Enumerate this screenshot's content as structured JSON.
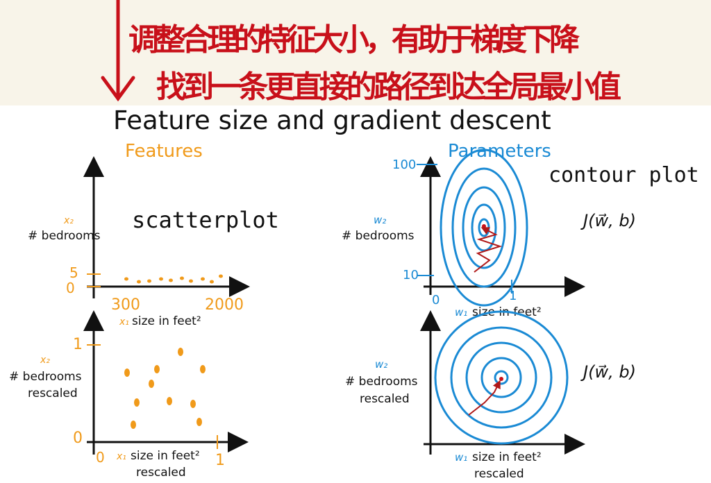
{
  "annotation": {
    "line1": "调整合理的特征大小，有助于梯度下降",
    "line2": "找到一条更直接的路径到达全局最小值",
    "color": "#c8101a"
  },
  "slide": {
    "title": "Feature size and gradient descent",
    "features_heading": "Features",
    "parameters_heading": "Parameters"
  },
  "features_top": {
    "y_var": "x₂",
    "y_label": "# bedrooms",
    "x_var": "x₁",
    "x_label": "size in feet²",
    "note": "scatterplot",
    "y_ticks": [
      "5",
      "0"
    ],
    "x_ticks": [
      "300",
      "2000"
    ]
  },
  "features_bottom": {
    "y_var": "x₂",
    "y_label": "# bedrooms",
    "y_label2": "rescaled",
    "x_var": "x₁",
    "x_label": "size in feet²",
    "x_label2": "rescaled",
    "y_ticks": [
      "1",
      "0"
    ],
    "x_ticks": [
      "0",
      "1"
    ]
  },
  "params_top": {
    "y_var": "w₂",
    "y_label": "# bedrooms",
    "x_var": "w₁",
    "x_label": "size in feet²",
    "note": "contour plot",
    "cost": "J(w⃗, b)",
    "y_ticks": [
      "100",
      "10"
    ],
    "x_ticks": [
      "0",
      "1"
    ]
  },
  "params_bottom": {
    "y_var": "w₂",
    "y_label": "# bedrooms",
    "y_label2": "rescaled",
    "x_var": "w₁",
    "x_label": "size in feet²",
    "x_label2": "rescaled",
    "cost": "J(w⃗, b)"
  },
  "colors": {
    "orange": "#f09a1a",
    "blue": "#1a8ad4",
    "red": "#c8101a"
  }
}
